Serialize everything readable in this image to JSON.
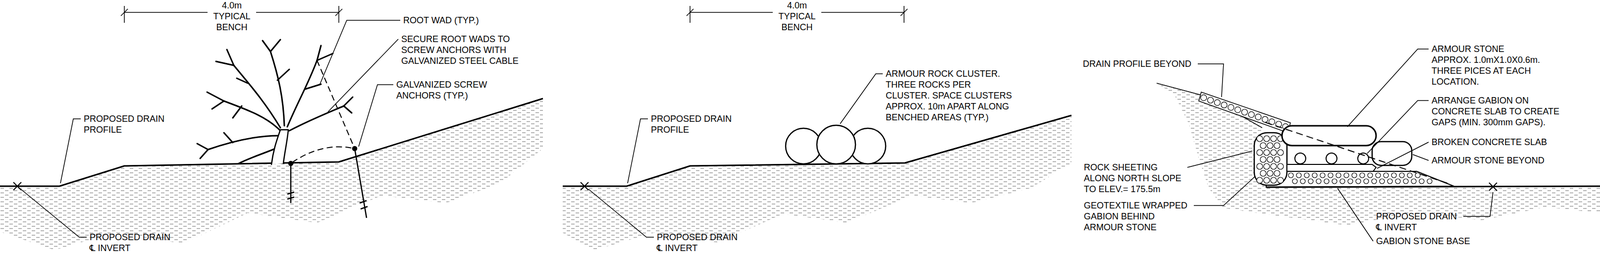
{
  "diagram": {
    "labels": [
      "4.0m TYPICAL BENCH",
      "ROOT WAD (TYP.)",
      "SECURE ROOT WADS TO SCREW ANCHORS WITH GALVANIZED STEEL CABLE",
      "GALVANIZED SCREW ANCHORS (TYP.)",
      "PROPOSED DRAIN PROFILE",
      "PROPOSED DRAIN ℄ INVERT",
      "4.0m TYPICAL BENCH",
      "ARMOUR ROCK CLUSTER. THREE ROCKS PER CLUSTER. SPACE CLUSTERS APPROX. 10m APART ALONG BENCHED AREAS (TYP.)",
      "PROPOSED DRAIN PROFILE",
      "PROPOSED DRAIN ℄ INVERT",
      "DRAIN PROFILE BEYOND",
      "ARMOUR STONE APPROX. 1.0mX1.0X0.6m. THREE PICES AT EACH LOCATION.",
      "ARRANGE GABION ON CONCRETE SLAB TO CREATE GAPS (MIN. 300mm GAPS).",
      "BROKEN CONCRETE SLAB",
      "ARMOUR STONE BEYOND",
      "ROCK SHEETING ALONG NORTH SLOPE TO ELEV.= 175.5m",
      "PROPOSED DRAIN ℄ INVERT",
      "GEOTEXTILE WRAPPED GABION BEHIND ARMOUR STONE",
      "GABION STONE BASE"
    ]
  }
}
